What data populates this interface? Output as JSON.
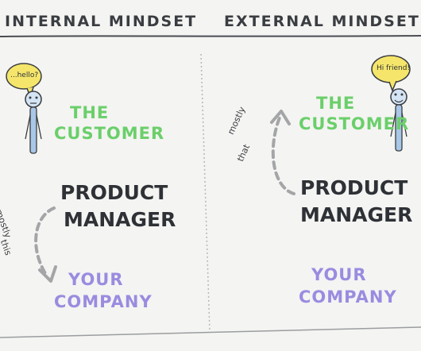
{
  "left_panel": {
    "heading": "INTERNAL MINDSET",
    "bubble": "...hello?",
    "customer_line1": "THE",
    "customer_line2": "CUSTOMER",
    "pm_line1": "PRODUCT",
    "pm_line2": "MANAGER",
    "arrow_note_line1": "mostly",
    "arrow_note_line2": "this",
    "company_line1": "YOUR",
    "company_line2": "COMPANY"
  },
  "right_panel": {
    "heading": "EXTERNAL MINDSET",
    "bubble": "Hi friend!",
    "customer_line1": "THE",
    "customer_line2": "CUSTOMER",
    "pm_line1": "PRODUCT",
    "pm_line2": "MANAGER",
    "arrow_note_line1": "mostly",
    "arrow_note_line2": "that",
    "company_line1": "YOUR",
    "company_line2": "COMPANY"
  },
  "colors": {
    "customer": "#6bcf6b",
    "product_manager": "#2e3136",
    "company": "#9b8be0",
    "bubble": "#f5e66b",
    "figure": "#a9c7e6"
  },
  "icons": [
    "speech-bubble-icon",
    "stick-figure-icon",
    "curved-dashed-arrow-icon"
  ]
}
